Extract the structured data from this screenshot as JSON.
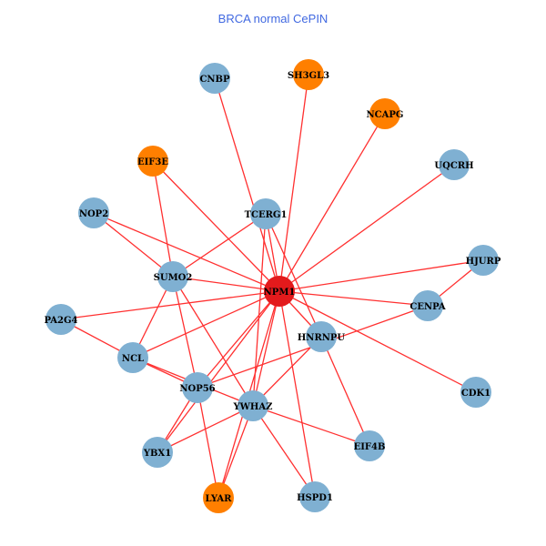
{
  "title": "BRCA normal CePIN",
  "colors": {
    "hub": "#e31a1c",
    "highlight": "#ff7f00",
    "default": "#7fb0d2",
    "edge": "#ff3030",
    "title": "#4169e1"
  },
  "nodes": [
    {
      "id": "NPM1",
      "group": "hub"
    },
    {
      "id": "CNBP",
      "group": "default"
    },
    {
      "id": "SH3GL3",
      "group": "highlight"
    },
    {
      "id": "NCAPG",
      "group": "highlight"
    },
    {
      "id": "EIF3E",
      "group": "highlight"
    },
    {
      "id": "UQCRH",
      "group": "default"
    },
    {
      "id": "NOP2",
      "group": "default"
    },
    {
      "id": "TCERG1",
      "group": "default"
    },
    {
      "id": "HJURP",
      "group": "default"
    },
    {
      "id": "SUMO2",
      "group": "default"
    },
    {
      "id": "CENPA",
      "group": "default"
    },
    {
      "id": "PA2G4",
      "group": "default"
    },
    {
      "id": "HNRNPU",
      "group": "default"
    },
    {
      "id": "NCL",
      "group": "default"
    },
    {
      "id": "NOP56",
      "group": "default"
    },
    {
      "id": "CDK1",
      "group": "default"
    },
    {
      "id": "YWHAZ",
      "group": "default"
    },
    {
      "id": "YBX1",
      "group": "default"
    },
    {
      "id": "EIF4B",
      "group": "default"
    },
    {
      "id": "LYAR",
      "group": "highlight"
    },
    {
      "id": "HSPD1",
      "group": "default"
    }
  ],
  "edges": [
    [
      "NPM1",
      "CNBP"
    ],
    [
      "NPM1",
      "SH3GL3"
    ],
    [
      "NPM1",
      "NCAPG"
    ],
    [
      "NPM1",
      "UQCRH"
    ],
    [
      "NPM1",
      "HJURP"
    ],
    [
      "NPM1",
      "CENPA"
    ],
    [
      "NPM1",
      "CDK1"
    ],
    [
      "NPM1",
      "HNRNPU"
    ],
    [
      "NPM1",
      "HSPD1"
    ],
    [
      "NPM1",
      "YWHAZ"
    ],
    [
      "NPM1",
      "NOP56"
    ],
    [
      "NPM1",
      "YBX1"
    ],
    [
      "NPM1",
      "LYAR"
    ],
    [
      "NPM1",
      "NCL"
    ],
    [
      "NPM1",
      "PA2G4"
    ],
    [
      "NPM1",
      "SUMO2"
    ],
    [
      "NPM1",
      "NOP2"
    ],
    [
      "NPM1",
      "EIF3E"
    ],
    [
      "NPM1",
      "TCERG1"
    ],
    [
      "EIF3E",
      "SUMO2"
    ],
    [
      "NOP2",
      "SUMO2"
    ],
    [
      "TCERG1",
      "SUMO2"
    ],
    [
      "SUMO2",
      "NCL"
    ],
    [
      "SUMO2",
      "NOP56"
    ],
    [
      "SUMO2",
      "YWHAZ"
    ],
    [
      "PA2G4",
      "NCL"
    ],
    [
      "NCL",
      "NOP56"
    ],
    [
      "NCL",
      "YWHAZ"
    ],
    [
      "NOP56",
      "YBX1"
    ],
    [
      "NOP56",
      "LYAR"
    ],
    [
      "NOP56",
      "CENPA"
    ],
    [
      "HNRNPU",
      "YWHAZ"
    ],
    [
      "HNRNPU",
      "EIF4B"
    ],
    [
      "TCERG1",
      "HNRNPU"
    ],
    [
      "YWHAZ",
      "YBX1"
    ],
    [
      "YWHAZ",
      "LYAR"
    ],
    [
      "YWHAZ",
      "EIF4B"
    ],
    [
      "YWHAZ",
      "HSPD1"
    ],
    [
      "TCERG1",
      "YWHAZ"
    ],
    [
      "HJURP",
      "CENPA"
    ]
  ]
}
